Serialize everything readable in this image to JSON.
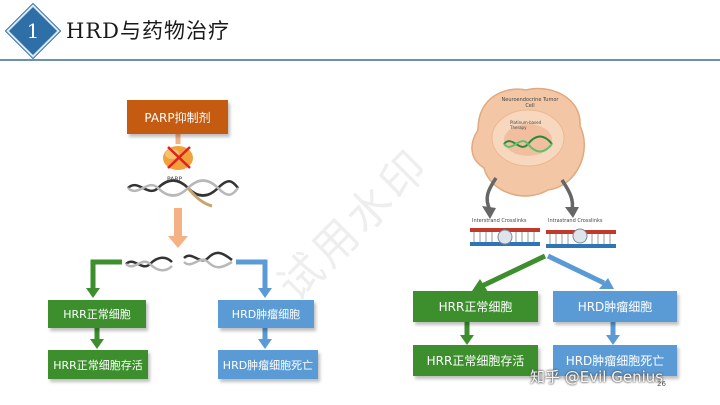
{
  "header": {
    "number": "1",
    "title": "HRD与药物治疗"
  },
  "left_diagram": {
    "inhibitor": "PARP抑制剂",
    "parp_label": "PARP",
    "normal_cell": "HRR正常细胞",
    "tumor_cell": "HRD肿瘤细胞",
    "normal_outcome": "HRR正常细胞存活",
    "tumor_outcome": "HRD肿瘤细胞死亡"
  },
  "right_diagram": {
    "cell_title": "Neuroendocrine Tumor Cell",
    "therapy_label": "Platinum-based Therapy",
    "interstrand": "Interstrand Crosslinks",
    "intrastrand": "Intrastrand Crosslinks",
    "normal_cell": "HRR正常细胞",
    "tumor_cell": "HRD肿瘤细胞",
    "normal_outcome": "HRR正常细胞存活",
    "tumor_outcome": "HRD肿瘤细胞死亡"
  },
  "watermark": "试用水印",
  "credit": "知乎 @Evil Genius",
  "page_number": "26",
  "colors": {
    "green": "#3d8f2e",
    "blue": "#5b9bd5",
    "orange": "#c55a11",
    "header_accent": "#2f6fa8"
  }
}
